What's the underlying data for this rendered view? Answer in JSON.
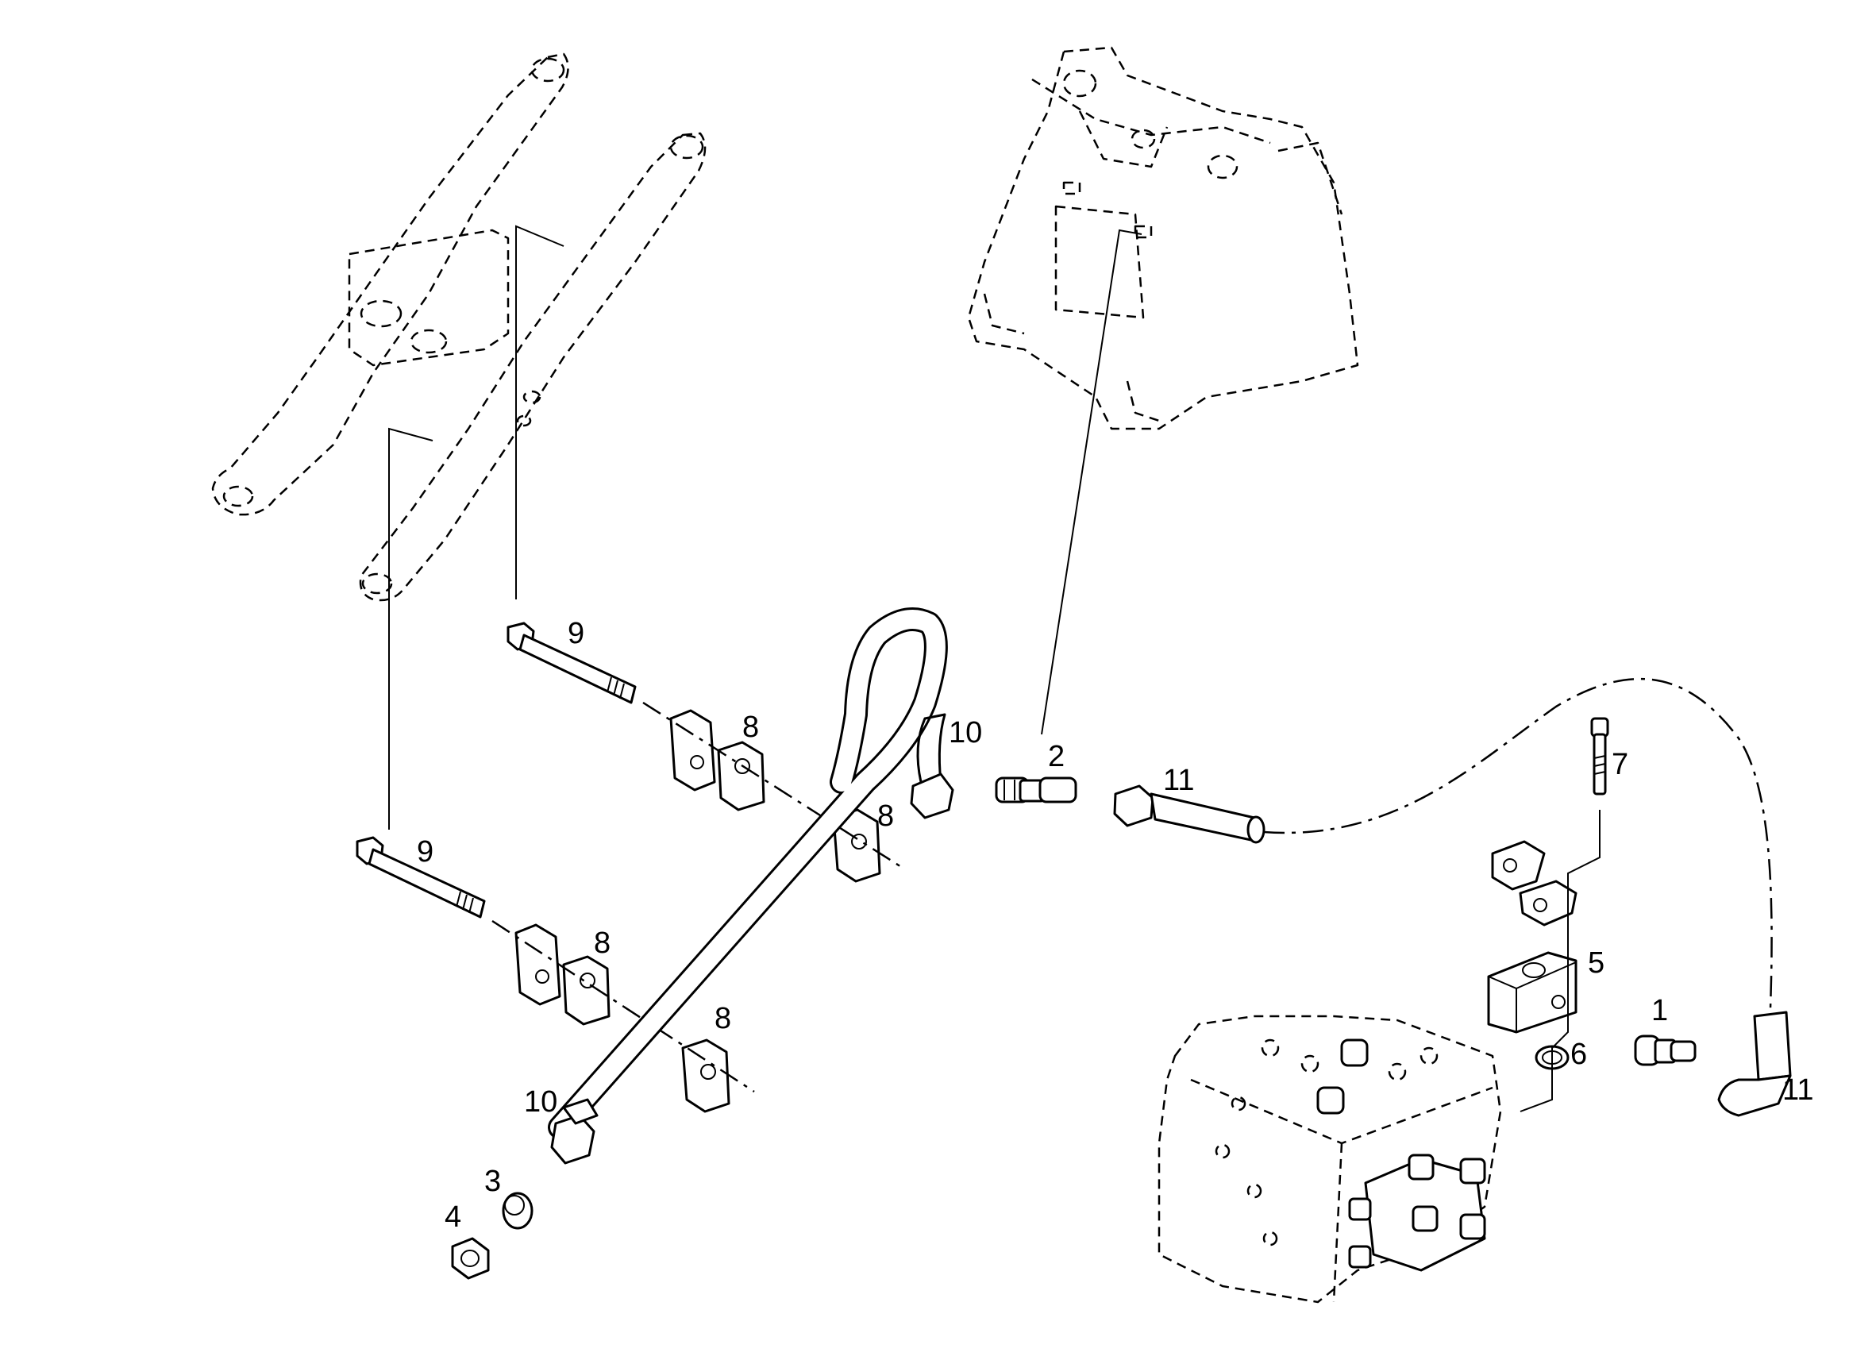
{
  "diagram": {
    "callouts": {
      "c1": "1",
      "c2": "2",
      "c3": "3",
      "c4": "4",
      "c5": "5",
      "c6": "6",
      "c7": "7",
      "c8a": "8",
      "c8b": "8",
      "c8c": "8",
      "c8d": "8",
      "c9a": "9",
      "c9b": "9",
      "c10a": "10",
      "c10b": "10",
      "c11a": "11",
      "c11b": "11"
    }
  }
}
